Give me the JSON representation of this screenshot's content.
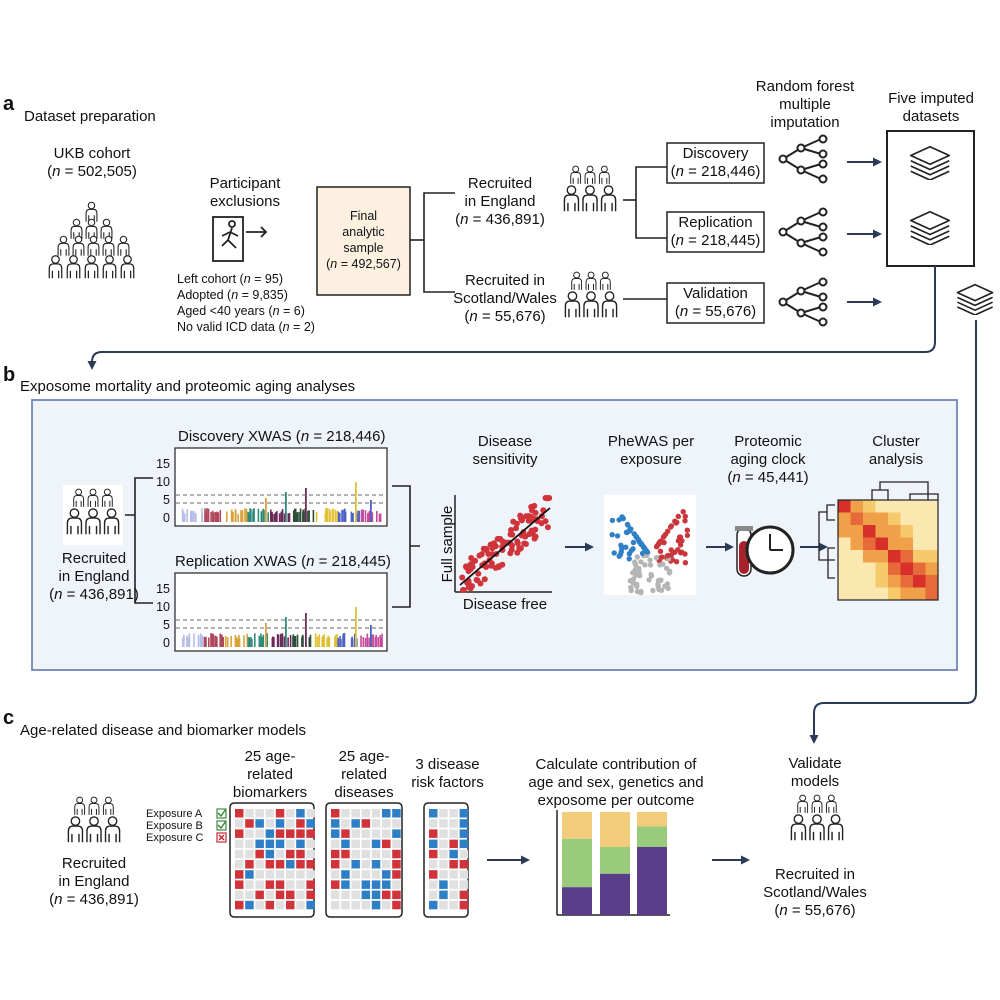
{
  "panel_a": {
    "letter": "a",
    "title": "Dataset preparation",
    "ukb_cohort": "UKB cohort",
    "ukb_n": "502,505",
    "exclusions_title_1": "Participant",
    "exclusions_title_2": "exclusions",
    "exclusions": [
      {
        "label": "Left cohort",
        "n": "95"
      },
      {
        "label": "Adopted",
        "n": "9,835"
      },
      {
        "label": "Aged <40 years",
        "n": "6"
      },
      {
        "label": "No valid ICD data",
        "n": "2"
      }
    ],
    "final_1": "Final",
    "final_2": "analytic",
    "final_3": "sample",
    "final_n": "492,567",
    "england_1": "Recruited",
    "england_2": "in England",
    "england_n": "436,891",
    "scot_1": "Recruited in",
    "scot_2": "Scotland/Wales",
    "scot_n": "55,676",
    "rf_1": "Random forest",
    "rf_2": "multiple",
    "rf_3": "imputation",
    "imputed_1": "Five imputed",
    "imputed_2": "datasets",
    "splits": [
      {
        "label": "Discovery",
        "n": "218,446"
      },
      {
        "label": "Replication",
        "n": "218,445"
      },
      {
        "label": "Validation",
        "n": "55,676"
      }
    ]
  },
  "panel_b": {
    "letter": "b",
    "title": "Exposome mortality and proteomic aging analyses",
    "england_1": "Recruited",
    "england_2": "in England",
    "england_n": "436,891",
    "disc_title": "Discovery XWAS",
    "disc_n": "218,446",
    "rep_title": "Replication XWAS",
    "rep_n": "218,445",
    "yticks": [
      "15",
      "10",
      "5",
      "0"
    ],
    "sens_1": "Disease",
    "sens_2": "sensitivity",
    "sens_y": "Full sample",
    "sens_x": "Disease free",
    "phewas_1": "PheWAS per",
    "phewas_2": "exposure",
    "clock_1": "Proteomic",
    "clock_2": "aging clock",
    "clock_n": "45,441",
    "cluster_1": "Cluster",
    "cluster_2": "analysis"
  },
  "panel_c": {
    "letter": "c",
    "title": "Age-related disease and biomarker models",
    "england_1": "Recruited",
    "england_2": "in England",
    "england_n": "436,891",
    "exposures": [
      "Exposure A",
      "Exposure B",
      "Exposure C"
    ],
    "bio_1": "25 age-",
    "bio_2": "related",
    "bio_3": "biomarkers",
    "dis_1": "25 age-",
    "dis_2": "related",
    "dis_3": "diseases",
    "risk_1": "3 disease",
    "risk_2": "risk factors",
    "contrib_1": "Calculate contribution of",
    "contrib_2": "age and sex, genetics and",
    "contrib_3": "exposome per outcome",
    "validate_1": "Validate",
    "validate_2": "models",
    "scot_1": "Recruited in",
    "scot_2": "Scotland/Wales",
    "scot_n": "55,676"
  },
  "n_prefix": "n",
  "colors": {
    "panel_bg": "#eef4f9",
    "panel_border": "#6f86b2",
    "arrow": "#2b3a55",
    "red": "#d0343a",
    "blue": "#2f7fc7",
    "grey": "#e0e0e0",
    "stack_yellow": "#f2cc7a",
    "stack_green": "#9acb7c",
    "stack_purple": "#5a3e8a"
  }
}
